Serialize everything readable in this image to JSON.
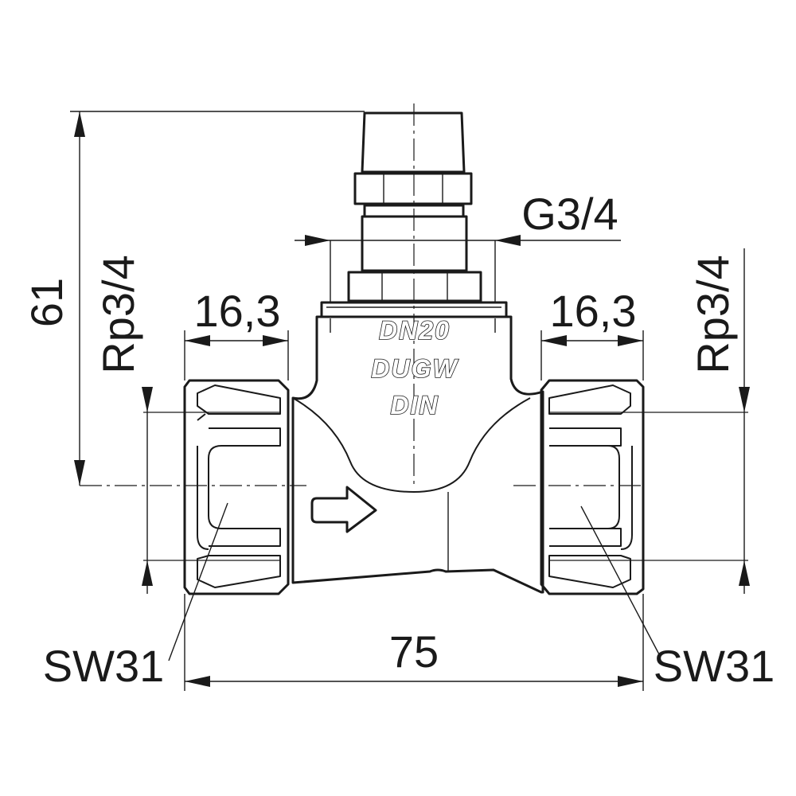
{
  "dimensions": {
    "height": "61",
    "thread_left": "Rp3/4",
    "thread_right": "Rp3/4",
    "thread_top": "G3/4",
    "depth_left": "16,3",
    "depth_right": "16,3",
    "length": "75",
    "wrench_left": "SW31",
    "wrench_right": "SW31"
  },
  "body_marking": {
    "line1": "DN20",
    "line2": "DUGW",
    "line3": "DIN"
  }
}
